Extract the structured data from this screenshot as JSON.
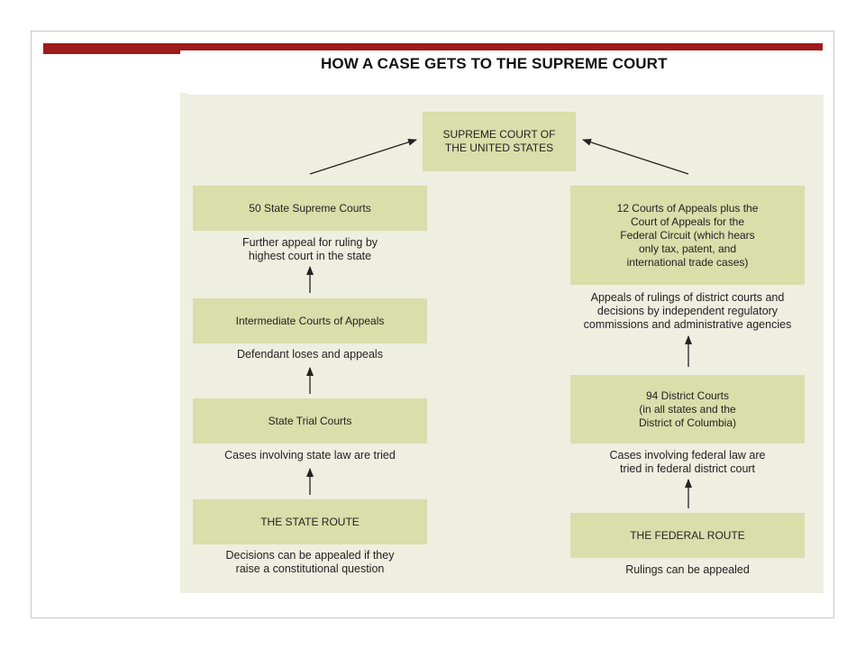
{
  "title": "HOW A CASE GETS TO THE SUPREME COURT",
  "supreme_court": "SUPREME COURT OF\nTHE UNITED STATES",
  "state": {
    "supreme_courts": "50 State Supreme Courts",
    "supreme_note": "Further appeal for ruling by\nhighest court in the state",
    "intermediate": "Intermediate Courts of Appeals",
    "intermediate_note": "Defendant loses and appeals",
    "trial": "State Trial Courts",
    "trial_note": "Cases involving state law are tried",
    "route": "THE STATE ROUTE",
    "route_note": "Decisions can be appealed if they\nraise a constitutional question"
  },
  "federal": {
    "appeals": "12 Courts of Appeals plus the\nCourt of Appeals for the\nFederal Circuit (which hears\nonly tax, patent, and\ninternational trade cases)",
    "appeals_note": "Appeals of rulings of district courts and\ndecisions by independent regulatory\ncommissions and administrative agencies",
    "district": "94 District Courts\n(in all states and the\nDistrict of Columbia)",
    "district_note": "Cases involving federal law are\ntried in federal district court",
    "route": "THE FEDERAL ROUTE",
    "route_note": "Rulings can be appealed"
  },
  "colors": {
    "accent_bar": "#9e1a1c",
    "panel_bg": "#eeeee1",
    "box_fill": "#d9deaa",
    "text": "#222222"
  }
}
